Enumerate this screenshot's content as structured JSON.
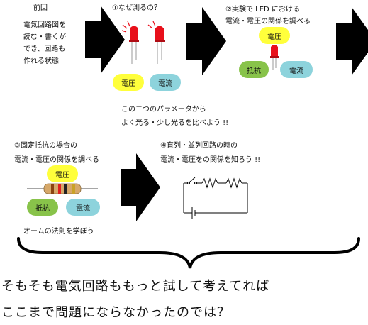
{
  "panel_prev": {
    "title": "前回",
    "lines": [
      "電気回路図を",
      "読む・書くが",
      "でき、回路も",
      "作れる状態"
    ]
  },
  "panel1": {
    "title": "①なぜ測るの？",
    "voltage": "電圧",
    "current": "電流",
    "caption_lines": [
      "この二つのパラメータから",
      "よく光る・少し光るを比べよう !!"
    ]
  },
  "panel2": {
    "title_lines": [
      "②実験で LED における",
      "電流・電圧の関係を調べる"
    ],
    "voltage": "電圧",
    "resistance": "抵抗",
    "current": "電流"
  },
  "panel3": {
    "title_lines": [
      "③固定抵抗の場合の",
      "電流・電圧の関係を調べる"
    ],
    "voltage": "電圧",
    "resistance": "抵抗",
    "current": "電流",
    "caption": "オームの法則を学ぼう"
  },
  "panel4": {
    "title_lines": [
      "④直列・並列回路の時の",
      "電流・電圧をの関係を知ろう !!"
    ]
  },
  "conclusion": {
    "line1": "そもそも電気回路ももっと試して考えてれば",
    "line2": "ここまで問題にならなかったのでは？"
  },
  "colors": {
    "voltage": "#ffff3b",
    "current": "#8dd3dc",
    "resistance": "#88c34a",
    "led": "#e8101b",
    "arrow": "#000000"
  }
}
